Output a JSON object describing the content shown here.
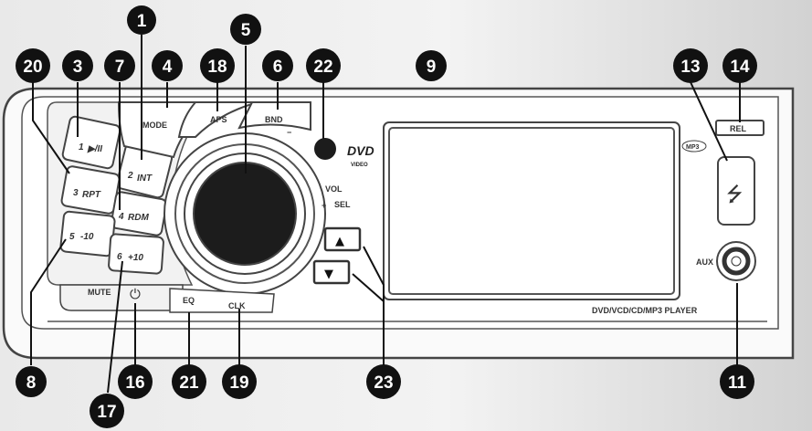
{
  "panel": {
    "mode": "MODE",
    "aps": "APS",
    "bnd": "BND",
    "vol": "VOL",
    "sel": "SEL",
    "minus": "−",
    "plus": "+",
    "rel": "REL",
    "aux": "AUX",
    "mute": "MUTE",
    "eq": "EQ",
    "clk": "CLK",
    "player": "DVD/VCD/CD/MP3 PLAYER",
    "dvd_logo": "DVD",
    "video": "VIDEO",
    "mp3_badge": "MP3",
    "power_symbol": "⏻",
    "up_arrow": "▲",
    "down_arrow": "▼",
    "usb_symbol": "⭍",
    "buttons": {
      "b1": {
        "num": "1",
        "sub": "▶/II"
      },
      "b2": {
        "num": "2",
        "sub": "INT"
      },
      "b3": {
        "num": "3",
        "sub": "RPT"
      },
      "b4": {
        "num": "4",
        "sub": "RDM"
      },
      "b5": {
        "num": "5",
        "sub": "-10"
      },
      "b6": {
        "num": "6",
        "sub": "+10"
      }
    }
  },
  "callouts": {
    "c1": "1",
    "c3": "3",
    "c4": "4",
    "c5": "5",
    "c6": "6",
    "c7": "7",
    "c8": "8",
    "c9": "9",
    "c11": "11",
    "c13": "13",
    "c14": "14",
    "c16": "16",
    "c17": "17",
    "c18": "18",
    "c19": "19",
    "c20": "20",
    "c21": "21",
    "c22": "22",
    "c23": "23"
  }
}
